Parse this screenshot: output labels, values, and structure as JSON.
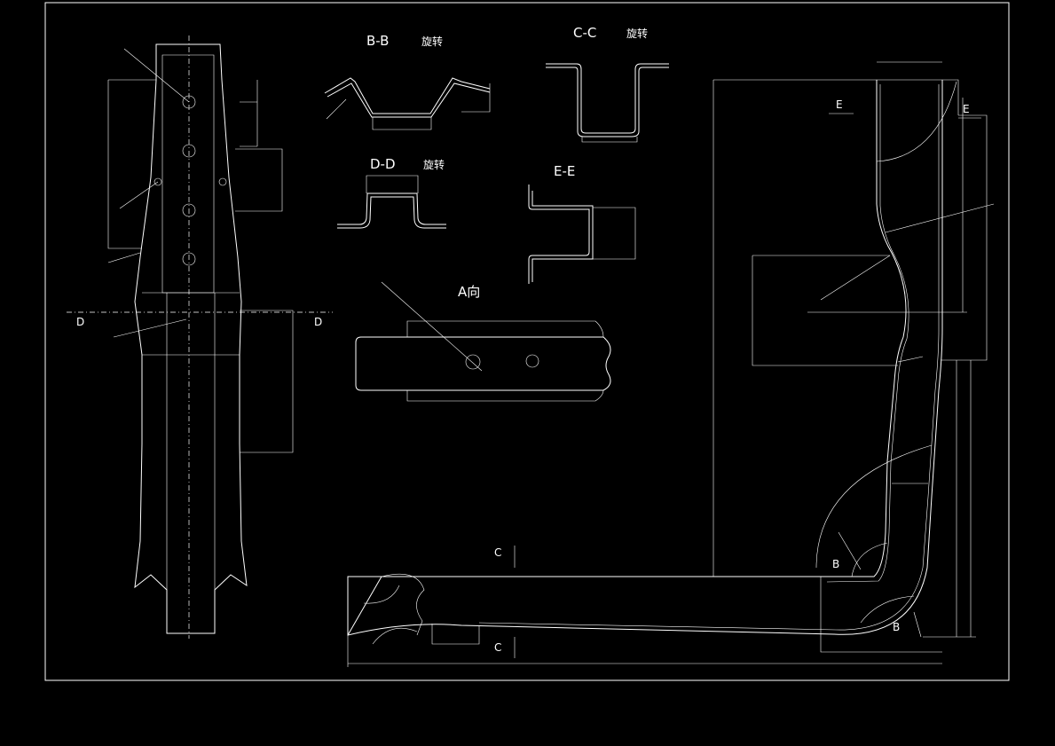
{
  "sections": {
    "bb": "B-B",
    "cc": "C-C",
    "dd": "D-D",
    "ee": "E-E",
    "rotate": "旋转",
    "a_view": "A向"
  },
  "markers": {
    "D": "D",
    "E": "E",
    "B": "B",
    "C": "C"
  },
  "colors": {
    "background": "#000000",
    "line": "#ffffff"
  }
}
